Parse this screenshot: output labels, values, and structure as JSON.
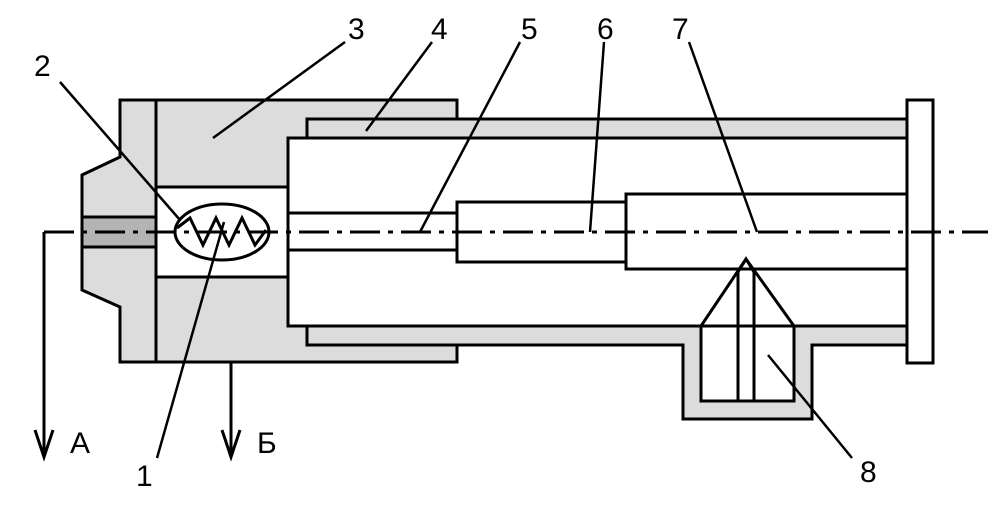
{
  "labels": {
    "l1": "1",
    "l2": "2",
    "l3": "3",
    "l4": "4",
    "l5": "5",
    "l6": "6",
    "l7": "7",
    "l8": "8",
    "flow_a": "А",
    "flow_b": "Б"
  },
  "colors": {
    "fill": "#dcdcdc",
    "stroke": "#000000",
    "plug": "#b4b4b4"
  }
}
